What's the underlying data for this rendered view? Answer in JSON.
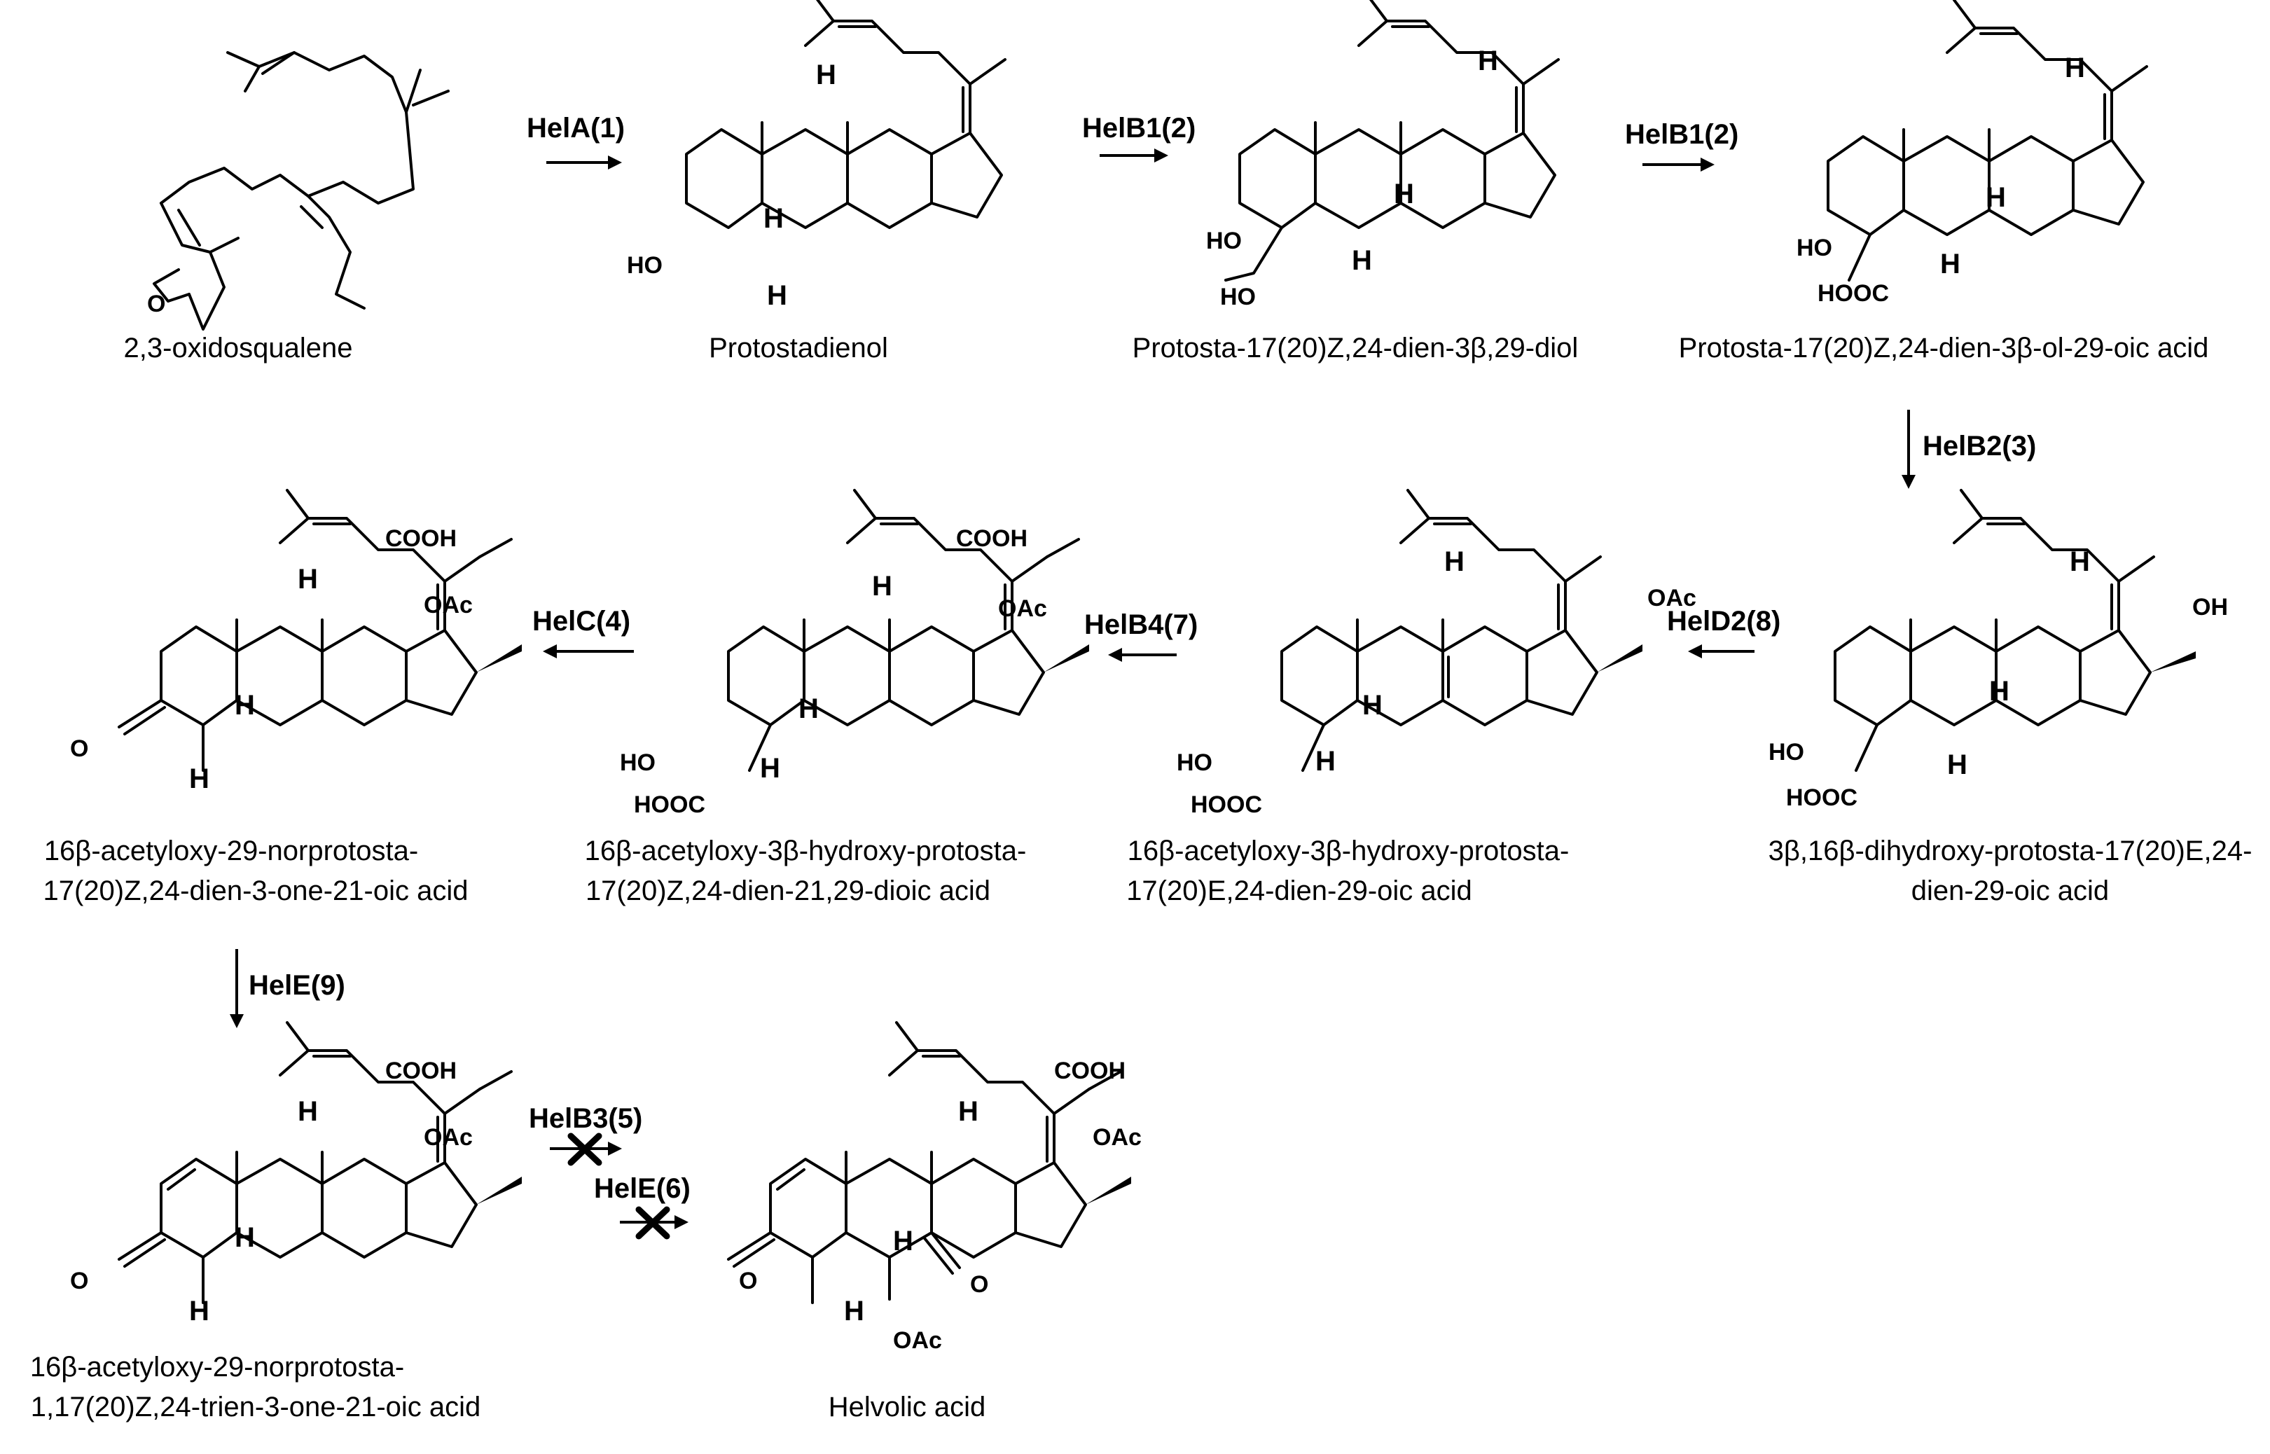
{
  "compounds": [
    {
      "name": "2,3-oxidosqualene"
    },
    {
      "name": "Protostadienol"
    },
    {
      "name": "Protosta-17(20)Z,24-dien-3β,29-diol"
    },
    {
      "name": "Protosta-17(20)Z,24-dien-3β-ol-29-oic acid"
    },
    {
      "line1": "3β,16β-dihydroxy-protosta-17(20)E,24-",
      "line2": "dien-29-oic acid"
    },
    {
      "line1": "16β-acetyloxy-3β-hydroxy-protosta-",
      "line2": "17(20)E,24-dien-29-oic acid"
    },
    {
      "line1": "16β-acetyloxy-3β-hydroxy-protosta-",
      "line2": "17(20)Z,24-dien-21,29-dioic acid"
    },
    {
      "line1": "16β-acetyloxy-29-norprotosta-",
      "line2": "17(20)Z,24-dien-3-one-21-oic acid"
    },
    {
      "line1": "16β-acetyloxy-29-norprotosta-",
      "line2": "1,17(20)Z,24-trien-3-one-21-oic acid"
    },
    {
      "name": "Helvolic acid"
    }
  ],
  "enzymes": {
    "e1": "HelA(1)",
    "e2": "HelB1(2)",
    "e3": "HelB1(2)",
    "e4": "HelB2(3)",
    "e5": "HelD2(8)",
    "e6": "HelB4(7)",
    "e7": "HelC(4)",
    "e8": "HelE(9)",
    "e9": "HelB3(5)",
    "e10": "HelE(6)"
  },
  "atom_labels": {
    "h": "H",
    "ho": "HO",
    "oh": "OH",
    "o": "O",
    "hooc": "HOOC",
    "cooh": "COOH",
    "oac": "OAc"
  }
}
